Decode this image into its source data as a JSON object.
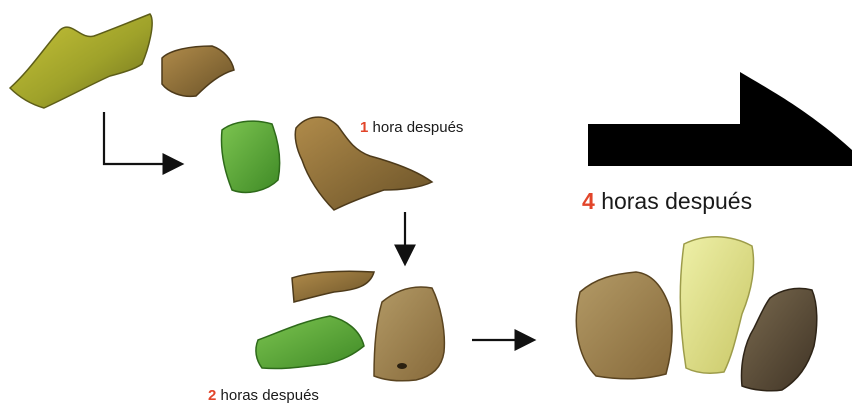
{
  "top_cut_text": "",
  "stages": {
    "one_hour": {
      "number": "1",
      "text": "hora después"
    },
    "two_hours": {
      "number": "2",
      "text": "horas después"
    },
    "four_hours": {
      "number": "4",
      "text": "horas después"
    }
  },
  "colors": {
    "accent_number": "#e2452a",
    "arrow": "#111111",
    "glass_yellow_green": "#a8ad2c",
    "glass_brown": "#8a6e3a",
    "glass_green": "#5fa83a",
    "glass_pale_yellow": "#dfe08a",
    "glass_dark_brown": "#5b4a33",
    "black_shape": "#000000"
  }
}
